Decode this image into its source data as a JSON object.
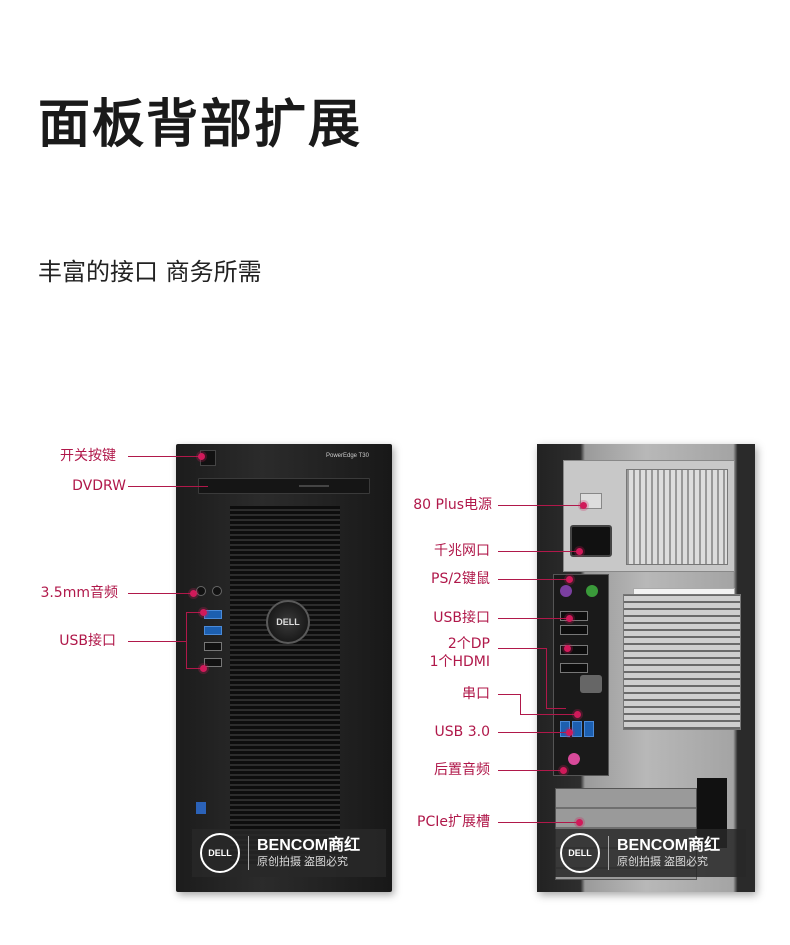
{
  "title": "面板背部扩展",
  "subtitle": "丰富的接口 商务所需",
  "front": {
    "model": "PowerEdge T30",
    "brand": "DELL",
    "labels": [
      "开关按键",
      "DVDRW",
      "3.5mm音频",
      "USB接口"
    ]
  },
  "rear": {
    "labels": [
      "80 Plus电源",
      "千兆网口",
      "PS/2键鼠",
      "USB接口",
      "2个DP",
      "1个HDMI",
      "串口",
      "USB 3.0",
      "后置音频",
      "PCIe扩展槽"
    ]
  },
  "watermark": {
    "brand": "BENCOM商红",
    "tagline": "原创拍摄  盗图必究",
    "logo": "DELL"
  },
  "colors": {
    "accent": "#b0184a",
    "dot": "#d01a5a"
  }
}
